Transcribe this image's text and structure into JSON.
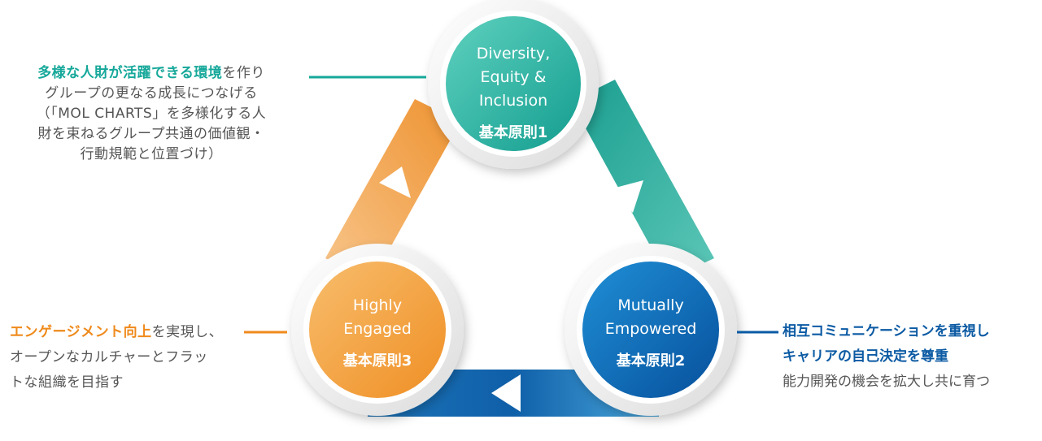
{
  "circles": {
    "top": {
      "title_lines": [
        "Diversity,",
        "Equity &",
        "Inclusion"
      ],
      "subtitle": "基本原則1"
    },
    "right": {
      "title_lines": [
        "Mutually",
        "Empowered"
      ],
      "subtitle": "基本原則2"
    },
    "left": {
      "title_lines": [
        "Highly",
        "Engaged"
      ],
      "subtitle": "基本原則3"
    }
  },
  "notes": {
    "top": {
      "highlight": "多様な人財が活躍できる環境",
      "rest": "を作り",
      "lines": [
        "グループの更なる成長につなげる",
        "（「MOL CHARTS」を多様化する人",
        "財を束ねるグループ共通の価値観・",
        "行動規範と位置づけ）"
      ]
    },
    "left": {
      "highlight": "エンゲージメント向上",
      "rest": "を実現し、",
      "lines": [
        "オープンなカルチャーとフラッ",
        "トな組織を目指す"
      ]
    },
    "right": {
      "highlight_lines": [
        "相互コミュニケーションを重視し",
        "キャリアの自己決定を尊重"
      ],
      "lines": [
        "能力開発の機会を拡大し共に育つ"
      ]
    }
  },
  "colors": {
    "teal": "#2bb3a0",
    "teal_dark": "#1f9e8e",
    "blue": "#0c64ad",
    "blue_light": "#1588cc",
    "orange": "#f2a03d",
    "orange_light": "#f5b35e",
    "highlight_teal": "#16a89a",
    "highlight_orange": "#ef8a1c",
    "highlight_blue": "#0b5aa3"
  }
}
